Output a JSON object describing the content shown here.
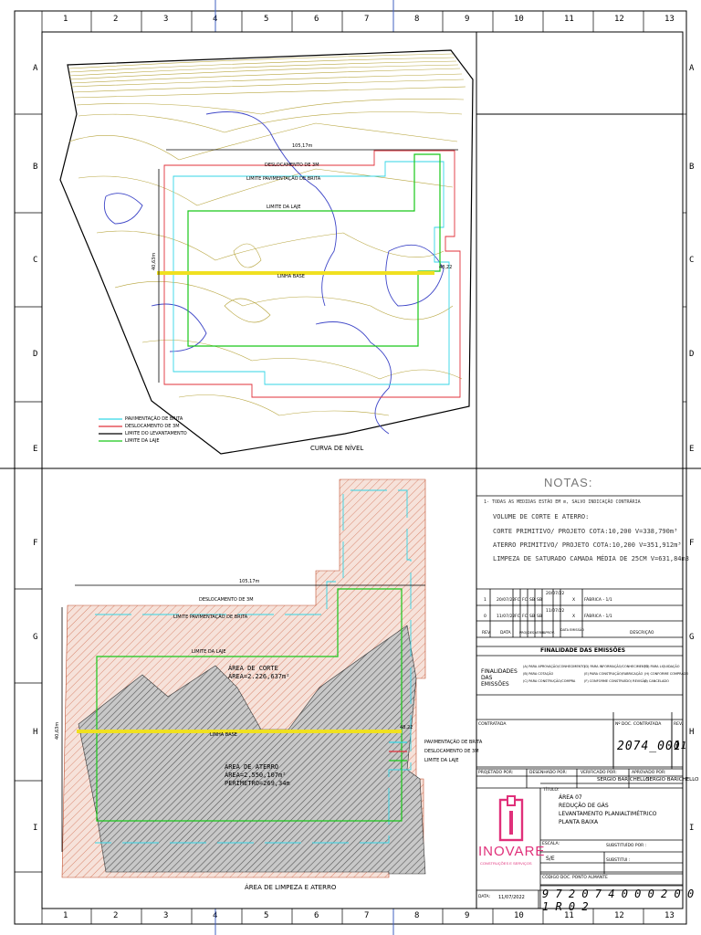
{
  "grid": {
    "columns": [
      "1",
      "2",
      "3",
      "4",
      "5",
      "6",
      "7",
      "8",
      "9",
      "10",
      "11",
      "12",
      "13"
    ],
    "rows_top": [
      "A",
      "B",
      "C",
      "D",
      "E"
    ],
    "rows_bottom": [
      "F",
      "G",
      "H",
      "I"
    ]
  },
  "top_plan": {
    "dim_width": "105,17m",
    "dim_height": "40,63m",
    "label_offset_3m": "DESLOCAMENTO DE 3M",
    "label_paving": "LIMITE PAVIMENTAÇÃO DE BRITA",
    "label_slab": "LIMITE DA LAJE",
    "label_baseline": "LINHA BASE",
    "label_right_dim": "48,22",
    "title": "CURVA DE NÍVEL",
    "legend": [
      {
        "label": "PAVIMENTAÇÃO DE BRITA",
        "color": "#33d6e6"
      },
      {
        "label": "DESLOCAMENTO DE 3M",
        "color": "#e0303a"
      },
      {
        "label": "LIMITE DO LEVANTAMENTO",
        "color": "#000000"
      },
      {
        "label": "LIMITE DA LAJE",
        "color": "#19c819"
      }
    ]
  },
  "bottom_plan": {
    "dim_width": "105,17m",
    "dim_height": "40,63m",
    "label_offset_3m": "DESLOCAMENTO DE 3M",
    "label_paving": "LIMITE PAVIMENTAÇÃO DE BRITA",
    "label_slab": "LIMITE DA LAJE",
    "label_baseline": "LINHA BASE",
    "label_right_dim": "48,22",
    "cut_area_title": "ÁREA DE CORTE",
    "cut_area_value": "ÁREA=2.226,637m²",
    "fill_area_title": "ÁREA DE ATERRO",
    "fill_area_value": "ÁREA=2.550,107m²",
    "fill_perimeter": "PERÍMETRO=269,34m",
    "title": "ÁREA DE LIMPEZA E ATERRO",
    "legend": [
      {
        "label": "PAVIMENTAÇÃO DE BRITA",
        "color": "#33d6e6"
      },
      {
        "label": "DESLOCAMENTO DE 3M",
        "color": "#e0303a"
      },
      {
        "label": "LIMITE DA LAJE",
        "color": "#19c819"
      }
    ]
  },
  "notes": {
    "title": "NOTAS:",
    "note1": "1- TODAS AS MEDIDAS ESTÃO EM m, SALVO INDICAÇÃO CONTRÁRIA",
    "volume_title": "VOLUME DE CORTE E ATERRO:",
    "cut": "CORTE PRIMITIVO/ PROJETO COTA:10,200  V=338,790m³",
    "fill": "ATERRO PRIMITIVO/ PROJETO COTA:10,200  V=351,912m³",
    "clean": "LIMPEZA DE SATURADO CAMADA MÉDIA DE 25CM  V=631,84m3"
  },
  "revisions": {
    "rows": [
      {
        "rev": "1",
        "date": "20/07/22",
        "c1": "FC",
        "c2": "FC",
        "c3": "SB",
        "c4": "SB",
        "emis": "20/07/22",
        "fin": "X",
        "desc": "FÁBRICA - 1/1"
      },
      {
        "rev": "0",
        "date": "11/07/22",
        "c1": "FC",
        "c2": "FC",
        "c3": "SB",
        "c4": "SB",
        "emis": "11/07/22",
        "fin": "X",
        "desc": "FÁBRICA - 1/1"
      }
    ],
    "headers": [
      "REV.",
      "DATA",
      "PROJ.",
      "DES.",
      "VERIF.",
      "APROV.",
      "DATA EMISSÃO",
      "DESCRIÇÃO"
    ]
  },
  "emissions": {
    "title": "FINALIDADE DAS EMISSÕES",
    "label": "FINALIDADES DAS EMISSÕES",
    "options": [
      "(A) PARA APROVAÇÃO/CONHECIMENTO",
      "(B) PARA COTAÇÃO",
      "(C) PARA CONSTRUÇÃO/COMPRA",
      "(D) PARA INFORMAÇÃO/CONHECIMENTO",
      "(E) PARA CONSTRUÇÃO/FABRICAÇÃO",
      "(F) CONFORME CONSTRUÍDO/ REVISÃO",
      "(G) PARA LIQUIDAÇÃO",
      "(H) CONFORME COMPRADO",
      "(I) CANCELADO"
    ]
  },
  "title_block": {
    "contractor_label": "CONTRATADA",
    "contract_label": "Nº DOC. CONTRATADA",
    "rev_label": "REV.",
    "contract_number": "2074_001",
    "contract_rev": "01",
    "proj_label": "PROJETADO POR:",
    "drawn_label": "DESENHADO POR:",
    "checked_label": "VERIFICADO POR:",
    "checked_value": "SERGIO BARICHELLO",
    "approved_label": "APROVADO POR:",
    "approved_value": "SERGIO BARICHELLO",
    "title_label": "TÍTULO:",
    "title_l1": "ÁREA 07",
    "title_l2": "REDUÇÃO DE GÁS",
    "title_l3": "LEVANTAMENTO PLANIALTIMÉTRICO",
    "title_l4": "PLANTA BAIXA",
    "scale_label": "ESCALA:",
    "scale_value": "S/E",
    "replaced_label": "SUBSTITUÍDO POR :",
    "replaces_label": "SUBSTITUI :",
    "orig_code_label": "CÓDIGO DOC. PONTO ALMANTE",
    "date_label": "DATA:",
    "date_value": "11/07/2022",
    "doc_code": "9 7 2 0 7 4 0 0 0 2 0 0 1 R 0 2",
    "logo_name": "INOVARE",
    "logo_sub": "CONSTRUÇÕES E SERVIÇOS",
    "logo_color": "#e0307a"
  }
}
